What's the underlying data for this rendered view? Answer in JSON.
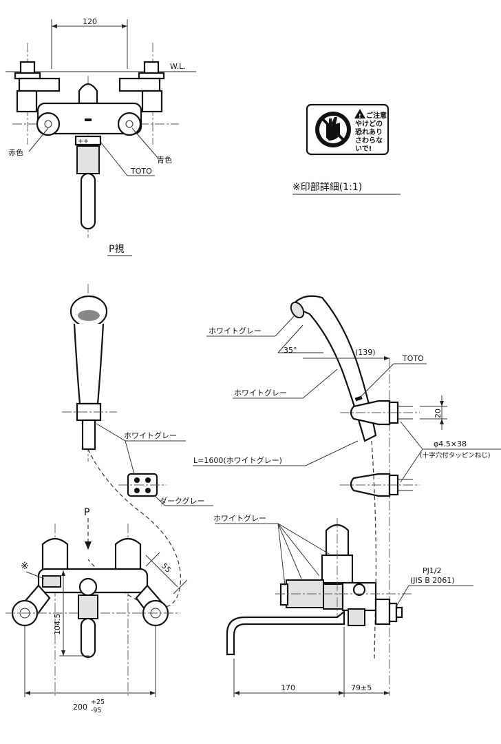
{
  "dimensions": {
    "top_width": "120",
    "water_level": "W.L.",
    "body_width": "200",
    "body_width_plus": "+25",
    "body_width_minus": "-95",
    "height_104": "104.5",
    "angle_55": "55",
    "spout_170": "170",
    "offset_79": "79±5",
    "hook_139": "(139)",
    "hook_20": "20",
    "angle_35": "35°"
  },
  "labels": {
    "red": "赤色",
    "blue": "青色",
    "toto_top": "TOTO",
    "toto_side": "TOTO",
    "p_view": "P視",
    "p_arrow": "P",
    "asterisk": "※",
    "white_gray_1": "ホワイトグレー",
    "white_gray_2": "ホワイトグレー",
    "white_gray_3": "ホワイトグレー",
    "white_gray_4": "ホワイトグレー",
    "hose": "L=1600(ホワイトグレー)",
    "dark_gray": "ダークグレー",
    "screw_size": "φ4.5×38",
    "screw_type": "(十字穴付タッピンねじ)",
    "pj": "PJ1/2",
    "jis": "(JIS B 2061)"
  },
  "print_detail": {
    "caption": "※印部詳細(1:1)",
    "warning_line1": "ご注意",
    "warning_line2": "やけどの",
    "warning_line3": "恐れあり",
    "warning_line4": "さわらな",
    "warning_line5": "いで!"
  },
  "icons": {
    "no_touch": "no-touch-hand-icon",
    "caution": "caution-triangle-icon"
  }
}
